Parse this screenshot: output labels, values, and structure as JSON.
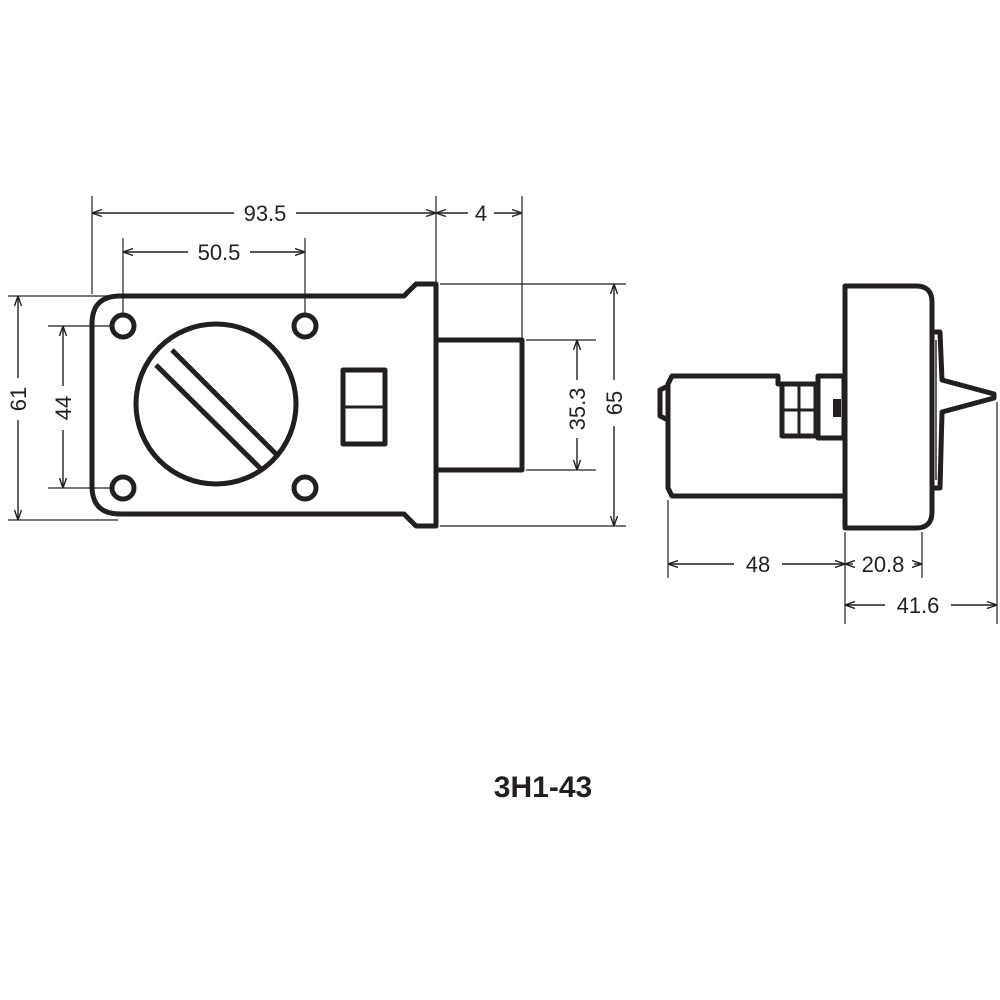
{
  "drawing": {
    "title": "3H1-43",
    "dimensions": {
      "overall_width": "93.5",
      "hole_spacing_horizontal": "50.5",
      "bolt_offset": "4",
      "overall_height": "61",
      "hole_spacing_vertical": "44",
      "bolt_height": "35.3",
      "bolt_housing_height": "65",
      "cylinder_length": "48",
      "body_depth": "20.8",
      "total_depth": "41.6"
    },
    "colors": {
      "line": "#231f20",
      "background": "#ffffff"
    }
  }
}
